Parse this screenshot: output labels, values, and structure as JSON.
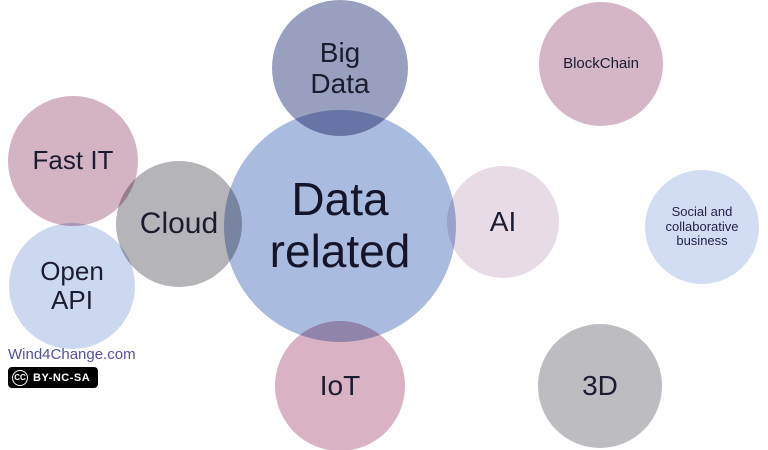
{
  "diagram": {
    "center": {
      "label": "Data\nrelated",
      "color": "#a9bcdf"
    },
    "nodes": [
      {
        "id": "big-data",
        "label": "Big\nData",
        "color": "#999fbe"
      },
      {
        "id": "cloud",
        "label": "Cloud",
        "color": "#b5b4b8"
      },
      {
        "id": "fast-it",
        "label": "Fast IT",
        "color": "#d4b3c3"
      },
      {
        "id": "open-api",
        "label": "Open\nAPI",
        "color": "#ccd7f0"
      },
      {
        "id": "iot",
        "label": "IoT",
        "color": "#d9b3c4"
      },
      {
        "id": "ai",
        "label": "AI",
        "color": "#e7dce6"
      },
      {
        "id": "blockchain",
        "label": "BlockChain",
        "color": "#d5b6c6"
      },
      {
        "id": "social",
        "label": "Social and\ncollaborative\nbusiness",
        "color": "#d2dcf2"
      },
      {
        "id": "3d",
        "label": "3D",
        "color": "#bdbdc1"
      }
    ]
  },
  "footer": {
    "site": "Wind4Change.com",
    "cc_initials": "CC",
    "license": "BY-NC-SA"
  }
}
